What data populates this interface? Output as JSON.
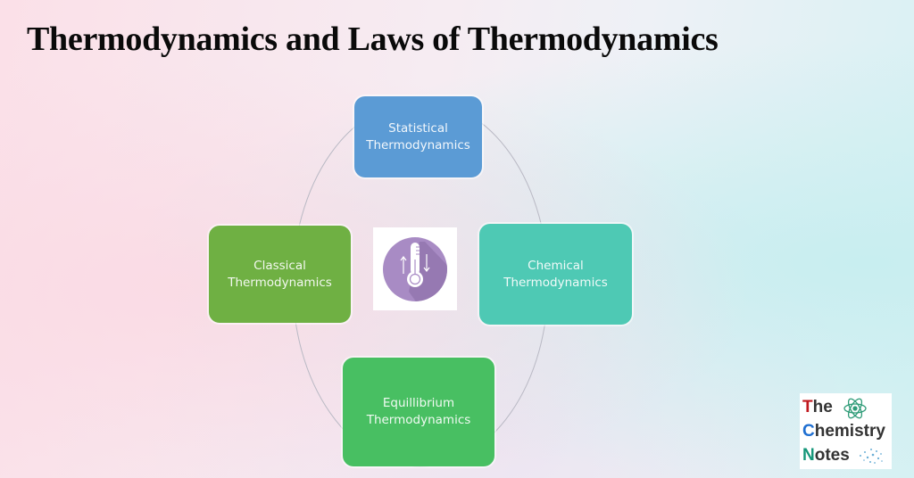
{
  "title": "Thermodynamics and Laws of Thermodynamics",
  "diagram": {
    "type": "cycle",
    "center_icon": "thermometer-icon",
    "nodes": [
      {
        "id": "statistical",
        "position": "top",
        "line1": "Statistical",
        "line2": "Thermodynamics",
        "color": "#5b9bd5"
      },
      {
        "id": "chemical",
        "position": "right",
        "line1": "Chemical",
        "line2": "Thermodynamics",
        "color": "#4ec9b4"
      },
      {
        "id": "equilibrium",
        "position": "bottom",
        "line1": "Equillibrium",
        "line2": "Thermodynamics",
        "color": "#48bf62"
      },
      {
        "id": "classical",
        "position": "left",
        "line1": "Classical",
        "line2": "Thermodynamics",
        "color": "#6fb043"
      }
    ],
    "icon_color": "#a88bc4"
  },
  "logo": {
    "word1_first": "T",
    "word1_rest": "he",
    "word2_first": "C",
    "word2_rest": "hemistry",
    "word3_first": "N",
    "word3_rest": "otes",
    "colors": {
      "t": "#c0181e",
      "c": "#1f6fd1",
      "n": "#16977a",
      "atom": "#2e9b77"
    }
  }
}
